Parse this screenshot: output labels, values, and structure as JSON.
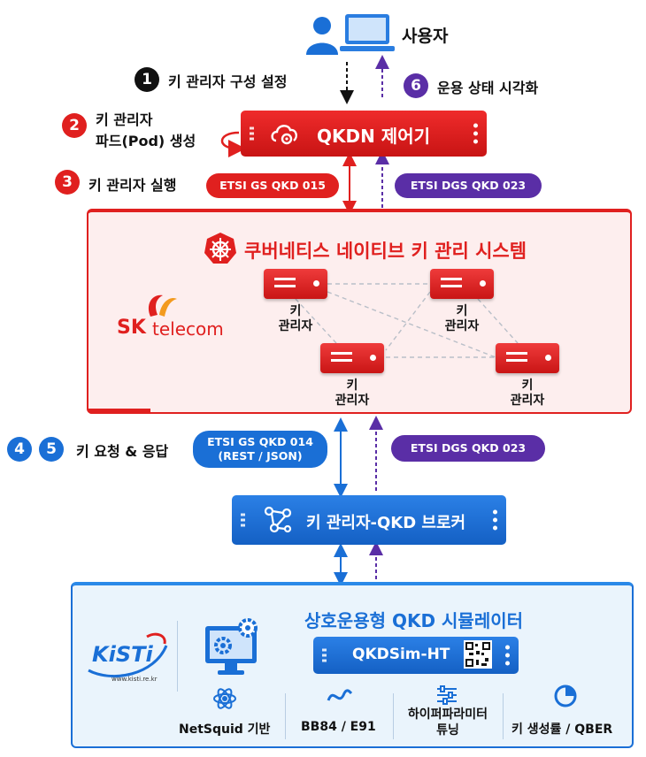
{
  "user": {
    "label": "사용자"
  },
  "steps": {
    "s1": {
      "num": "1",
      "label": "키 관리자 구성 설정"
    },
    "s2": {
      "num": "2",
      "label_line1": "키 관리자",
      "label_line2": "파드(Pod) 생성"
    },
    "s3": {
      "num": "3",
      "label": "키 관리자 실행"
    },
    "s45": {
      "num4": "4",
      "num5": "5",
      "label": "키 요청 & 응답"
    },
    "s6": {
      "num": "6",
      "label": "운용 상태 시각화"
    }
  },
  "controller": {
    "label": "QKDN 제어기"
  },
  "badges": {
    "etsi_gs_015": "ETSI GS QKD 015",
    "etsi_dgs_023_top": "ETSI DGS QKD 023",
    "etsi_gs_014_line1": "ETSI GS QKD 014",
    "etsi_gs_014_line2": "(REST / JSON)",
    "etsi_dgs_023_mid": "ETSI DGS QKD 023"
  },
  "k8s": {
    "title": "쿠버네티스 네이티브 키 관리 시스템",
    "logo_text_sk": "SK",
    "logo_text_telecom": "telecom",
    "managers": [
      {
        "line1": "키",
        "line2": "관리자"
      },
      {
        "line1": "키",
        "line2": "관리자"
      },
      {
        "line1": "키",
        "line2": "관리자"
      },
      {
        "line1": "키",
        "line2": "관리자"
      }
    ]
  },
  "broker": {
    "label": "키 관리자-QKD 브로커"
  },
  "simulator": {
    "title": "상호운용형 QKD 시뮬레이터",
    "device_label": "QKDSim-HT",
    "kisti_logo": "KiSTi",
    "kisti_url": "www.kisti.re.kr",
    "features": [
      {
        "icon": "atom-icon",
        "label": "NetSquid 기반"
      },
      {
        "icon": "wave-icon",
        "label": "BB84 / E91"
      },
      {
        "icon": "sliders-icon",
        "label_line1": "하이퍼파라미터",
        "label_line2": "튜닝"
      },
      {
        "icon": "pie-chart-icon",
        "label": "키 생성률 / QBER"
      }
    ]
  },
  "colors": {
    "red": "#e0201f",
    "blue": "#1a6fd6",
    "purple": "#5a2ea6",
    "black": "#111111",
    "pink_bg": "#fdeeee",
    "sim_bg": "#eaf4fc"
  }
}
